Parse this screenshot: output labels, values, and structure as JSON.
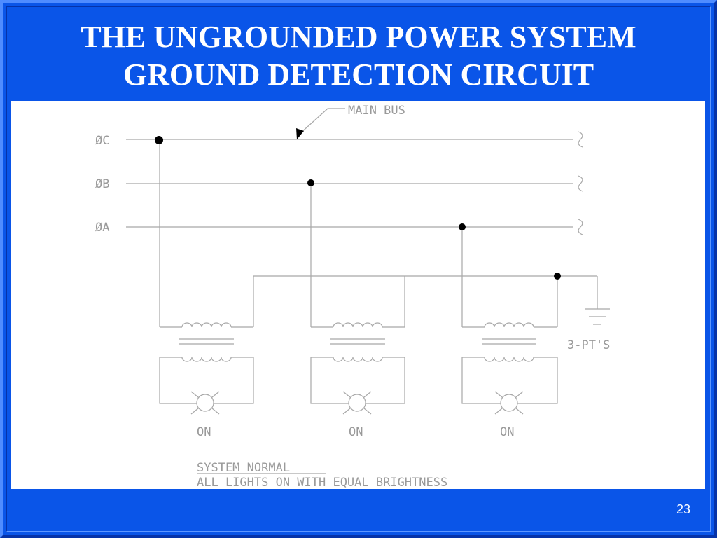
{
  "slide": {
    "title_line1": "THE UNGROUNDED POWER SYSTEM",
    "title_line2": "GROUND DETECTION CIRCUIT",
    "page_number": "23"
  },
  "diagram": {
    "main_bus_label": "MAIN BUS",
    "phase_labels": [
      "ØC",
      "ØB",
      "ØA"
    ],
    "pt_label": "3-PT'S",
    "lamp_labels": [
      "ON",
      "ON",
      "ON"
    ],
    "status_line1": "SYSTEM NORMAL",
    "status_line2": "ALL LIGHTS ON WITH EQUAL BRIGHTNESS"
  },
  "colors": {
    "background": "#0a55e8",
    "panel": "#ffffff",
    "wire": "#a8a8a8",
    "text": "#9a9a9a",
    "dot": "#000000"
  },
  "icons": {
    "lamp": "indicator-lamp-icon",
    "ground": "ground-symbol-icon",
    "transformer": "transformer-coil-icon"
  }
}
